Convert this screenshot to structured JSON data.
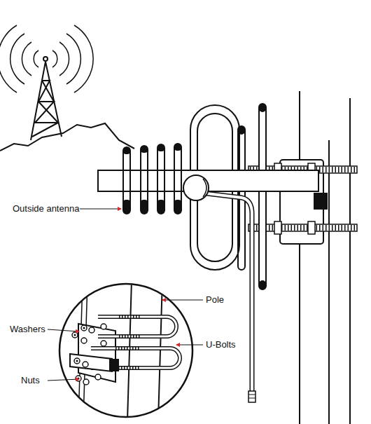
{
  "diagram": {
    "labels": [
      "Outside antenna",
      "Pole",
      "Washers",
      "U-Bolts",
      "Nuts"
    ]
  }
}
